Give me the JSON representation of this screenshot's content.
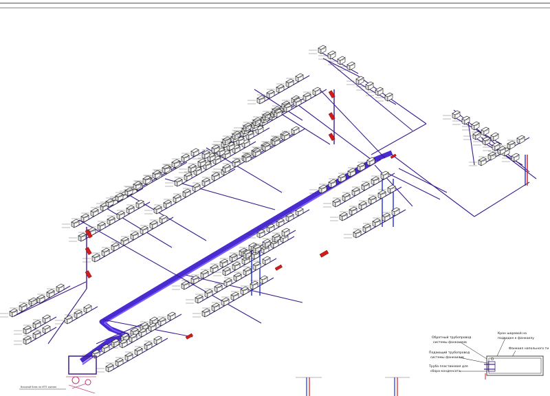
{
  "colors": {
    "pipe": "#3a1a8c",
    "trunk": "#4a2bd0",
    "riser": "#1d2fd6",
    "unit_fill": "#ffffff",
    "unit_stroke": "#111111",
    "heater": "#d21c1c",
    "drain": "#8a2020"
  },
  "icons": {
    "fan_coil": "fan-coil-unit-icon",
    "heater": "red-heater-icon",
    "valve": "valve-icon"
  },
  "legend": {
    "return_line_1": "Обратный трубопровод",
    "return_line_2": "системы фанкоилов",
    "supply_line_1": "Подающий трубопровод",
    "supply_line_2": "системы фанкоилов",
    "drain_line_1": "Труба пластиковая для",
    "drain_line_2": "сбора конденсата",
    "valve_line_1": "Кран шаровой на",
    "valve_line_2": "подводке к фанкоилу",
    "unit_label": "Фанкоил напольного ти"
  },
  "bottom_label": "Входной блок на ИТП здания"
}
